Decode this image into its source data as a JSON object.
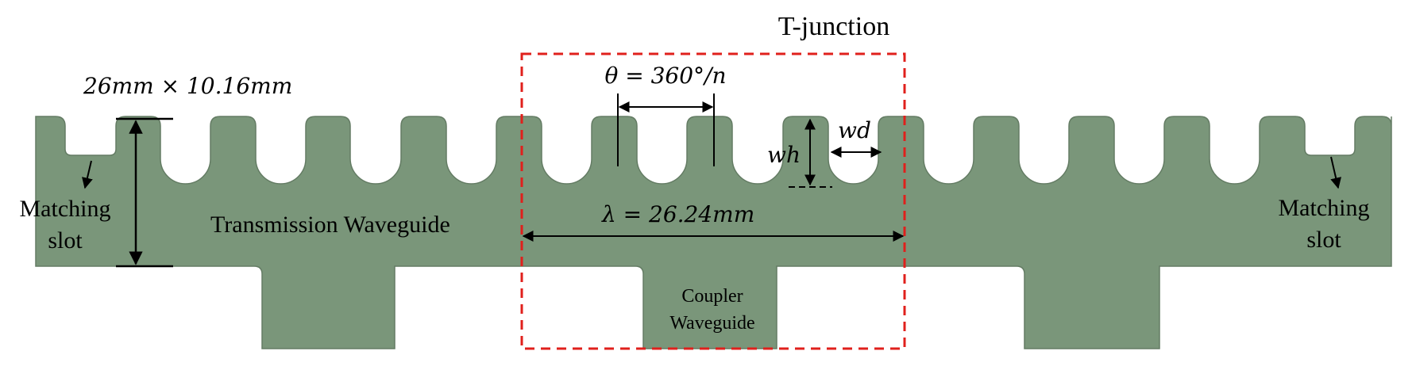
{
  "colors": {
    "waveguide_fill": "#7a967a",
    "waveguide_edge": "#647c64",
    "annotation": "#000000",
    "junction_box": "#e0201c"
  },
  "labels": {
    "t_junction": "T-junction",
    "cross_section": "26mm × 10.16mm",
    "theta": "θ = 360°/n",
    "wd": "wd",
    "wh": "wh",
    "wavelength": "λ = 26.24mm",
    "transmission_waveguide": "Transmission Waveguide",
    "coupler_line1": "Coupler",
    "coupler_line2": "Waveguide",
    "matching_left_line1": "Matching",
    "matching_left_line2": "slot",
    "matching_right_line1": "Matching",
    "matching_right_line2": "slot"
  }
}
